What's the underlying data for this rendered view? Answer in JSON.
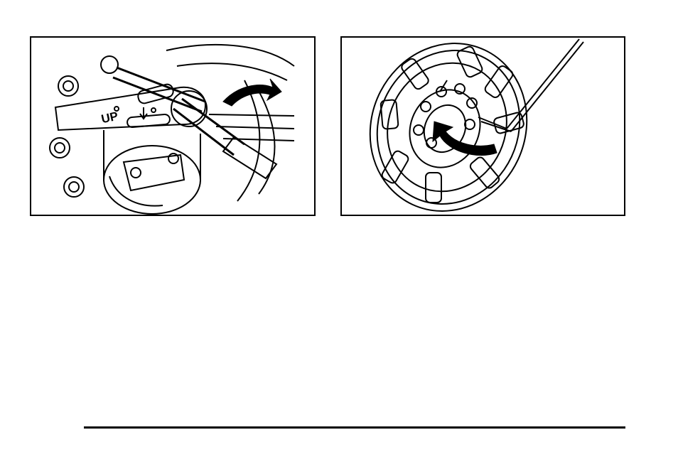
{
  "figures": {
    "left": {
      "wrench_label": "UP",
      "icon": "wheel-nut-wrench-illustration"
    },
    "right": {
      "icon": "spare-tire-lug-wrench-illustration"
    }
  },
  "colors": {
    "line": "#000000",
    "background": "#ffffff"
  }
}
